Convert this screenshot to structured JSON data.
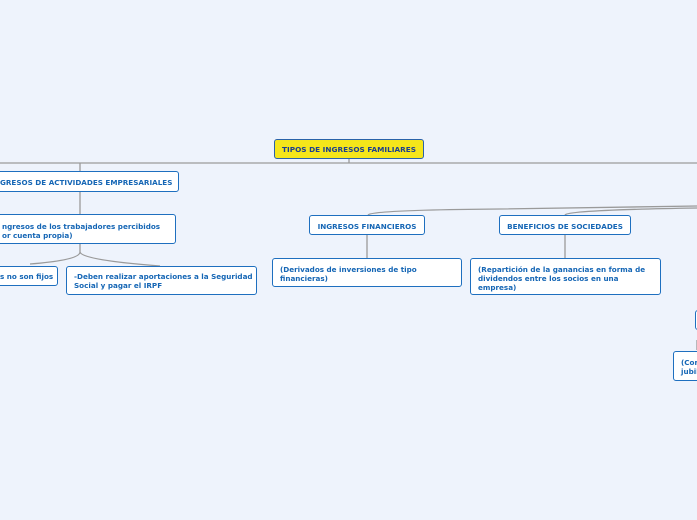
{
  "mindmap": {
    "root": "TIPOS DE INGRESOS FAMILIARES",
    "empresariales": {
      "title": "GRESOS DE ACTIVIDADES EMPRESARIALES",
      "desc_line1": "ngresos de los trabajadores percibidos",
      "desc_line2": "or cuenta propia)",
      "leaf_fijos": "s no son fijos",
      "leaf_aportaciones_line1": "-Deben realizar aportaciones a la Seguridad",
      "leaf_aportaciones_line2": "Social y pagar el IRPF"
    },
    "financieros": {
      "title": "INGRESOS FINANCIEROS",
      "desc_line1": "(Derivados de inversiones de tipo",
      "desc_line2": "financieras)"
    },
    "sociedades": {
      "title": "BENEFICIOS DE SOCIEDADES",
      "desc_line1": "(Repartición de la ganancias en forma de",
      "desc_line2": "dividendos entre los socios en una",
      "desc_line3": "empresa)"
    },
    "partial_right": {
      "line1": "(Cor",
      "line2": "jubil"
    }
  },
  "colors": {
    "background": "#eef3fc",
    "root_fill": "#f5e61a",
    "node_border": "#1e6fbf",
    "node_text": "#1566b5",
    "connector": "#9a9a9a"
  }
}
